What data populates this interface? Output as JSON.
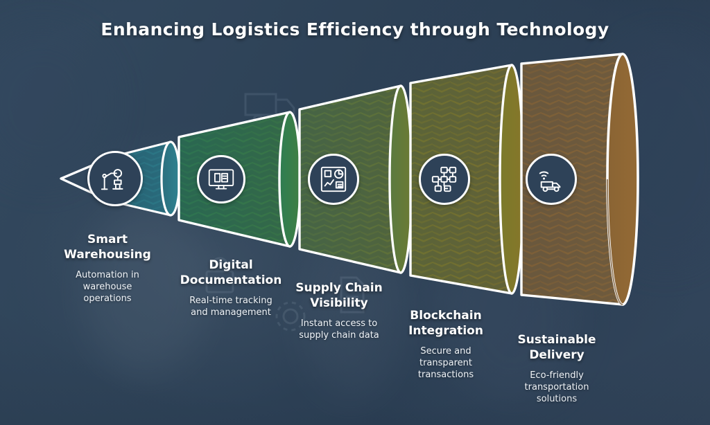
{
  "header": {
    "title": "Enhancing Logistics Efficiency through Technology"
  },
  "theme": {
    "background_color": "#2c4057",
    "outline_color": "#ffffff",
    "text_color": "#ffffff",
    "badge_fill": "#2e4258"
  },
  "chart_data": {
    "type": "funnel",
    "title": "Enhancing Logistics Efficiency through Technology",
    "orientation": "horizontal-left-to-right-expanding",
    "stage_count": 5,
    "categories": [
      "Smart Warehousing",
      "Digital Documentation",
      "Supply Chain Visibility",
      "Blockchain Integration",
      "Sustainable Delivery"
    ],
    "descriptions": [
      "Automation in warehouse operations",
      "Real-time tracking and management",
      "Instant access to supply chain data",
      "Secure and transparent transactions",
      "Eco-friendly transportation solutions"
    ],
    "colors": [
      "#2e7d8a",
      "#357a4a",
      "#5e7a3c",
      "#7d7a28",
      "#8a6434"
    ],
    "values": [
      1,
      2,
      3,
      4,
      5
    ]
  },
  "stages": [
    {
      "id": "smart-warehousing",
      "title": "Smart\nWarehousing",
      "description": "Automation in\nwarehouse\noperations",
      "color": "#2e7d8a",
      "icon": "robotic-arm-icon"
    },
    {
      "id": "digital-documentation",
      "title": "Digital\nDocumentation",
      "description": "Real-time tracking\nand management",
      "color": "#357a4a",
      "icon": "monitor-document-icon"
    },
    {
      "id": "supply-chain-visibility",
      "title": "Supply Chain\nVisibility",
      "description": "Instant access to\nsupply chain data",
      "color": "#5e7a3c",
      "icon": "analytics-dashboard-icon"
    },
    {
      "id": "blockchain-integration",
      "title": "Blockchain\nIntegration",
      "description": "Secure and\ntransparent\ntransactions",
      "color": "#7d7a28",
      "icon": "blockchain-nodes-icon"
    },
    {
      "id": "sustainable-delivery",
      "title": "Sustainable\nDelivery",
      "description": "Eco-friendly\ntransportation\nsolutions",
      "color": "#8a6434",
      "icon": "connected-truck-icon"
    }
  ]
}
